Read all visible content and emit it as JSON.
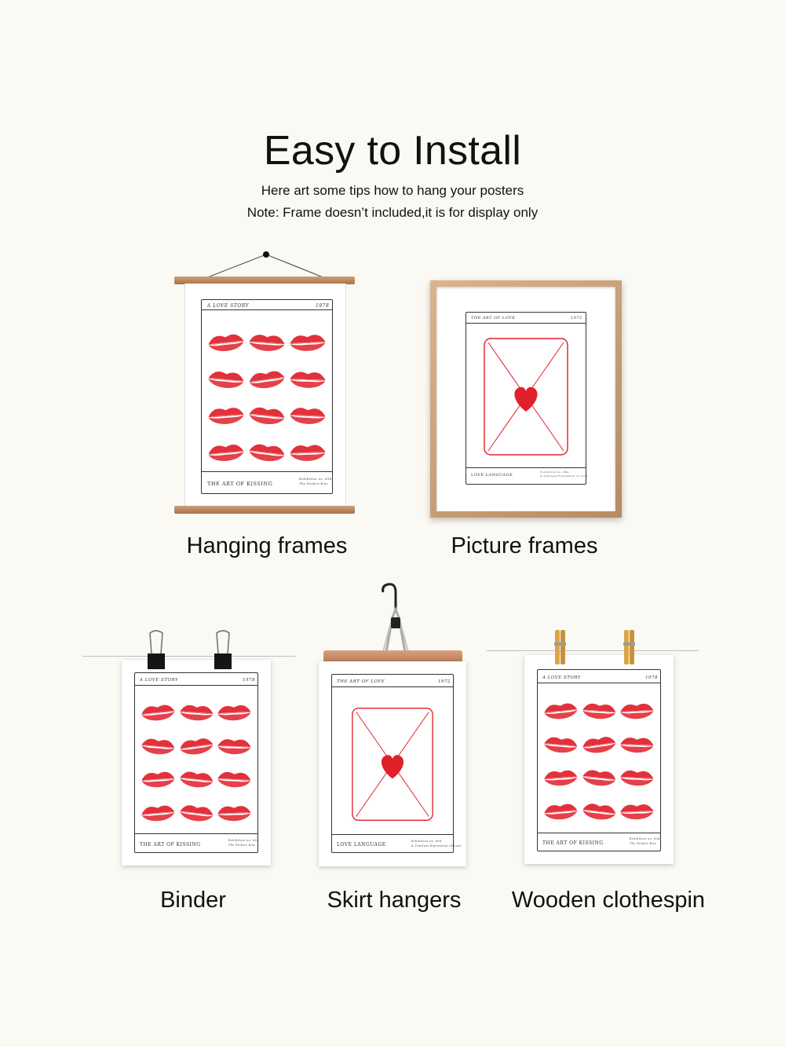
{
  "header": {
    "title": "Easy to Install",
    "tip": "Here art some tips how to hang your posters",
    "note": "Note: Frame doesn’t included,it is for display only"
  },
  "methods": {
    "hanging_frames": "Hanging frames",
    "picture_frames": "Picture frames",
    "binder": "Binder",
    "skirt_hangers": "Skirt hangers",
    "wooden_clothespin": "Wooden clothespin"
  },
  "poster_kiss": {
    "top_left": "A LOVE STORY",
    "top_right": "1978",
    "bottom_left": "THE ART OF KISSING",
    "bottom_right_1": "Exhibition no. 834",
    "bottom_right_2": "The Perfect Kiss"
  },
  "poster_love": {
    "top_left": "THE ART OF LOVE",
    "top_right": "1972",
    "bottom_left": "LOVE LANGUAGE",
    "bottom_right_1": "Exhibition no. 894",
    "bottom_right_2": "A Timeless Expression of Love"
  },
  "colors": {
    "accent_red": "#e0202a",
    "wood": "#b07c52",
    "background": "#fbf9f4"
  }
}
